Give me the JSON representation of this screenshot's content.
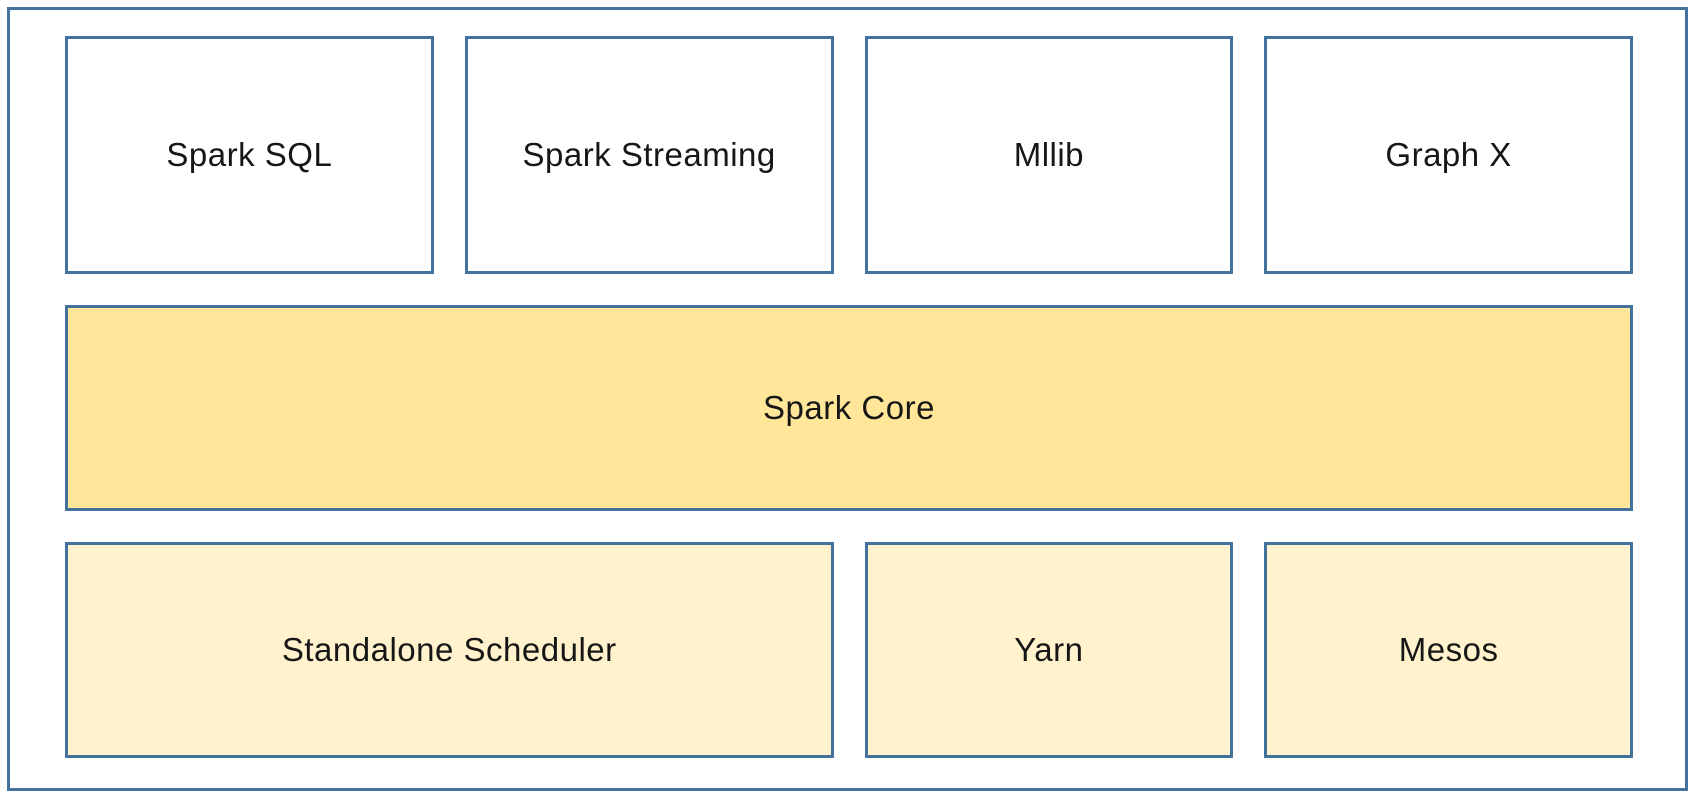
{
  "colors": {
    "border": "#41719C",
    "core_fill": "#FFE699",
    "cluster_fill": "#FFF2CC",
    "top_fill": "#FFFFFF",
    "text": "#161616",
    "canvas": "#FFFFFF"
  },
  "diagram": {
    "layers": {
      "libraries": [
        {
          "label": "Spark SQL"
        },
        {
          "label": "Spark Streaming"
        },
        {
          "label": "Mllib"
        },
        {
          "label": "Graph X"
        }
      ],
      "core": {
        "label": "Spark Core"
      },
      "cluster_managers": [
        {
          "label": "Standalone Scheduler"
        },
        {
          "label": "Yarn"
        },
        {
          "label": "Mesos"
        }
      ]
    }
  }
}
